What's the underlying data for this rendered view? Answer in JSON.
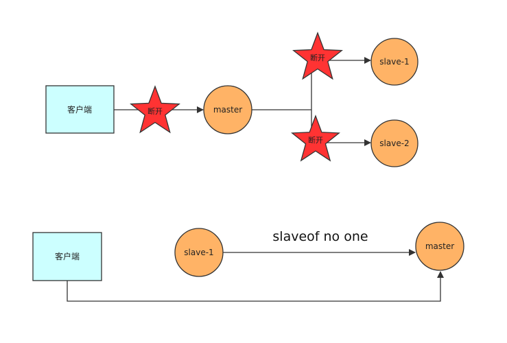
{
  "colors": {
    "client_fill": "#ccffff",
    "node_fill": "#ffb366",
    "star_fill": "#ff3333",
    "stroke": "#333333"
  },
  "top": {
    "client": "客户端",
    "master": "master",
    "slave1": "slave-1",
    "slave2": "slave-2",
    "disconnect1": "断开",
    "disconnect2": "断开",
    "disconnect3": "断开"
  },
  "bottom": {
    "client": "客户端",
    "slave1": "slave-1",
    "master": "master",
    "command": "slaveof no one"
  }
}
